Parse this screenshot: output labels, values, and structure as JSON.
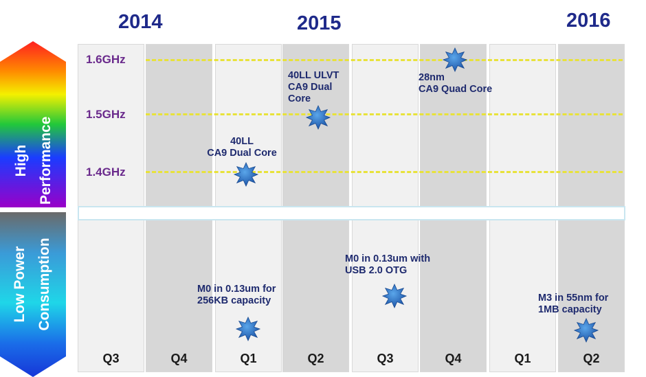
{
  "years": [
    "2014",
    "2015",
    "2016"
  ],
  "quarters": [
    "Q3",
    "Q4",
    "Q1",
    "Q2",
    "Q3",
    "Q4",
    "Q1",
    "Q2"
  ],
  "frequencies": [
    "1.6GHz",
    "1.5GHz",
    "1.4GHz"
  ],
  "arrows": {
    "high": [
      "High",
      "Performance"
    ],
    "low": [
      "Low Power",
      "Consumption"
    ]
  },
  "milestones": {
    "m40ll": [
      "40LL",
      "CA9 Dual Core"
    ],
    "m40ulvt": [
      "40LL ULVT",
      "CA9 Dual",
      "Core"
    ],
    "m28nm": [
      "28nm",
      "CA9 Quad Core"
    ],
    "m0a": [
      "M0 in 0.13um for",
      "256KB capacity"
    ],
    "m0b": [
      "M0 in 0.13um with",
      "USB 2.0 OTG"
    ],
    "m3": [
      "M3 in 55nm for",
      "1MB capacity"
    ]
  },
  "colors": {
    "year_text": "#1f2a8a",
    "freq_text": "#6a2a8c",
    "dash_line": "#e8e23a",
    "star": "#2f6fbf",
    "label_text": "#1e2a6e"
  }
}
